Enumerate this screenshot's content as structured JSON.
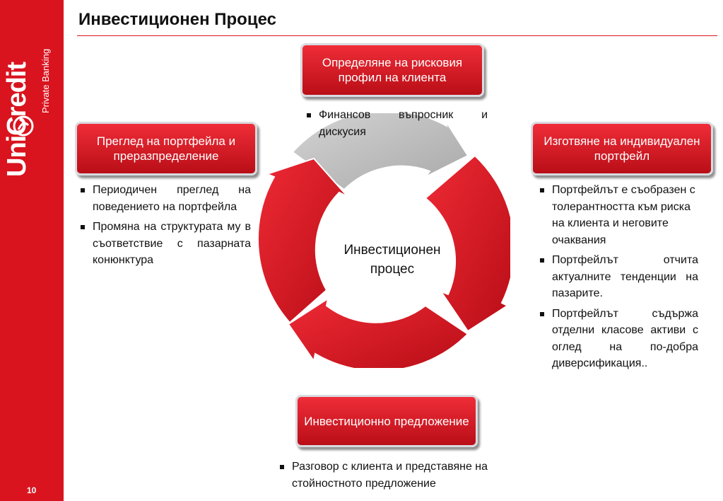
{
  "brand": {
    "name": "UniCredit",
    "division": "Private Banking",
    "colors": {
      "primary": "#d9141f",
      "cycle_red": "#d4111d",
      "cycle_grey": "#bdbdbd"
    }
  },
  "slide": {
    "title": "Инвестиционен Процес",
    "page_number": "10"
  },
  "cycle": {
    "center_line1": "Инвестиционен",
    "center_line2": "процес"
  },
  "steps": {
    "top": {
      "title": "Определяне на рисковия профил на клиента",
      "bullets": [
        "Финансов въпросник и дискусия"
      ]
    },
    "right": {
      "title": "Изготвяне на индивидуален портфейл",
      "bullets": [
        "Портфейлът е съобразен с толерантността към риска на клиента и неговите очаквания",
        "Портфейлът отчита актуалните тенденции на пазарите.",
        "Портфейлът съдържа отделни класове активи с оглед на по-добра диверсификация.."
      ]
    },
    "bottom": {
      "title": "Инвестиционно предложение",
      "bullets": [
        "Разговор с клиента и представяне на стойностното предложение"
      ]
    },
    "left": {
      "title": "Преглед на портфейла и преразпределение",
      "bullets": [
        "Периодичен преглед на поведението на портфейла",
        "Промяна на структурата му в съответствие с пазарната конюнктура"
      ]
    }
  }
}
